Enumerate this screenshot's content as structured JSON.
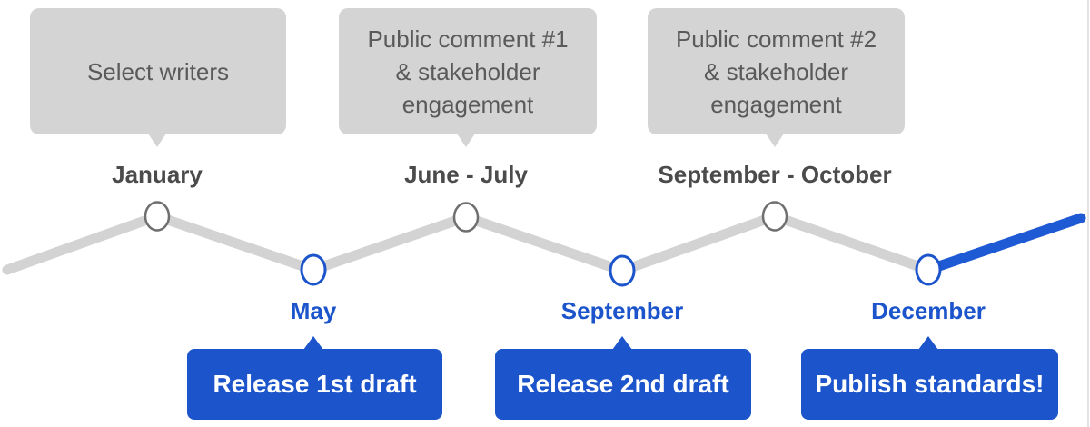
{
  "palette": {
    "gray_bubble": "#d4d4d4",
    "gray_bubble_text": "#5a5a5a",
    "dark_label": "#4b4b4b",
    "gray_line": "#d3d3d3",
    "gray_circle_border": "#6f6f6f",
    "blue": "#1b54cb",
    "blue_line": "#1e5ad4",
    "white": "#ffffff"
  },
  "timeline": {
    "top_events": [
      {
        "bubble": "Select writers",
        "label": "January"
      },
      {
        "bubble": "Public comment #1\n& stakeholder\nengagement",
        "label": "June - July"
      },
      {
        "bubble": "Public comment #2\n& stakeholder\nengagement",
        "label": "September - October"
      }
    ],
    "bottom_events": [
      {
        "label": "May",
        "bubble": "Release 1st draft"
      },
      {
        "label": "September",
        "bubble": "Release 2nd draft"
      },
      {
        "label": "December",
        "bubble": "Publish standards!"
      }
    ]
  }
}
